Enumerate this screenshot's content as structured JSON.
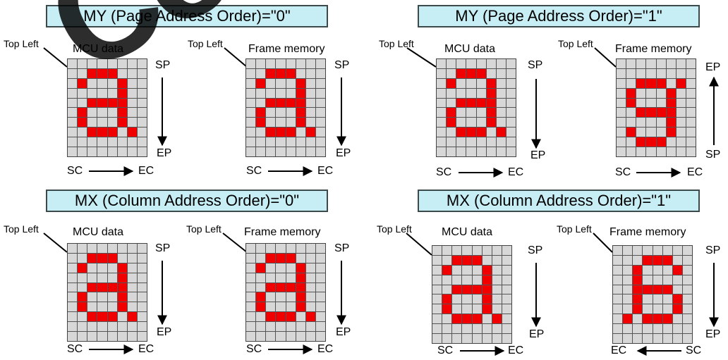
{
  "titles": {
    "my0": "MY (Page Address Order)=\"0\"",
    "my1": "MY (Page Address Order)=\"1\"",
    "mx0": "MX (Column Address Order)=\"0\"",
    "mx1": "MX (Column Address Order)=\"1\""
  },
  "labels": {
    "top_left": "Top Left",
    "mcu_data": "MCU data",
    "frame_memory": "Frame memory",
    "sp": "SP",
    "ep": "EP",
    "sc": "SC",
    "ec": "EC"
  },
  "watermark": "Confi",
  "colors": {
    "pixel_on": "#f00000",
    "pixel_off": "#d7d7d7",
    "title_bg": "#c7eef5"
  },
  "glyphs": {
    "a": [
      "........",
      "..XXX...",
      ".X...X..",
      ".....X..",
      "..XXXX..",
      ".X...X..",
      ".X...X..",
      "..XXX.X.",
      "........",
      "........"
    ],
    "a_flipped": [
      "........",
      "........",
      "..XXX.X.",
      ".X...X..",
      ".X...X..",
      "..XXXX..",
      ".....X..",
      ".X...X..",
      "..XXX...",
      "........"
    ],
    "a_mirrored": [
      "........",
      "...XXX..",
      "..X...X.",
      "..X.....",
      "..XXXX..",
      "..X...X.",
      "..X...X.",
      ".X.XXX..",
      "........",
      "........"
    ]
  }
}
